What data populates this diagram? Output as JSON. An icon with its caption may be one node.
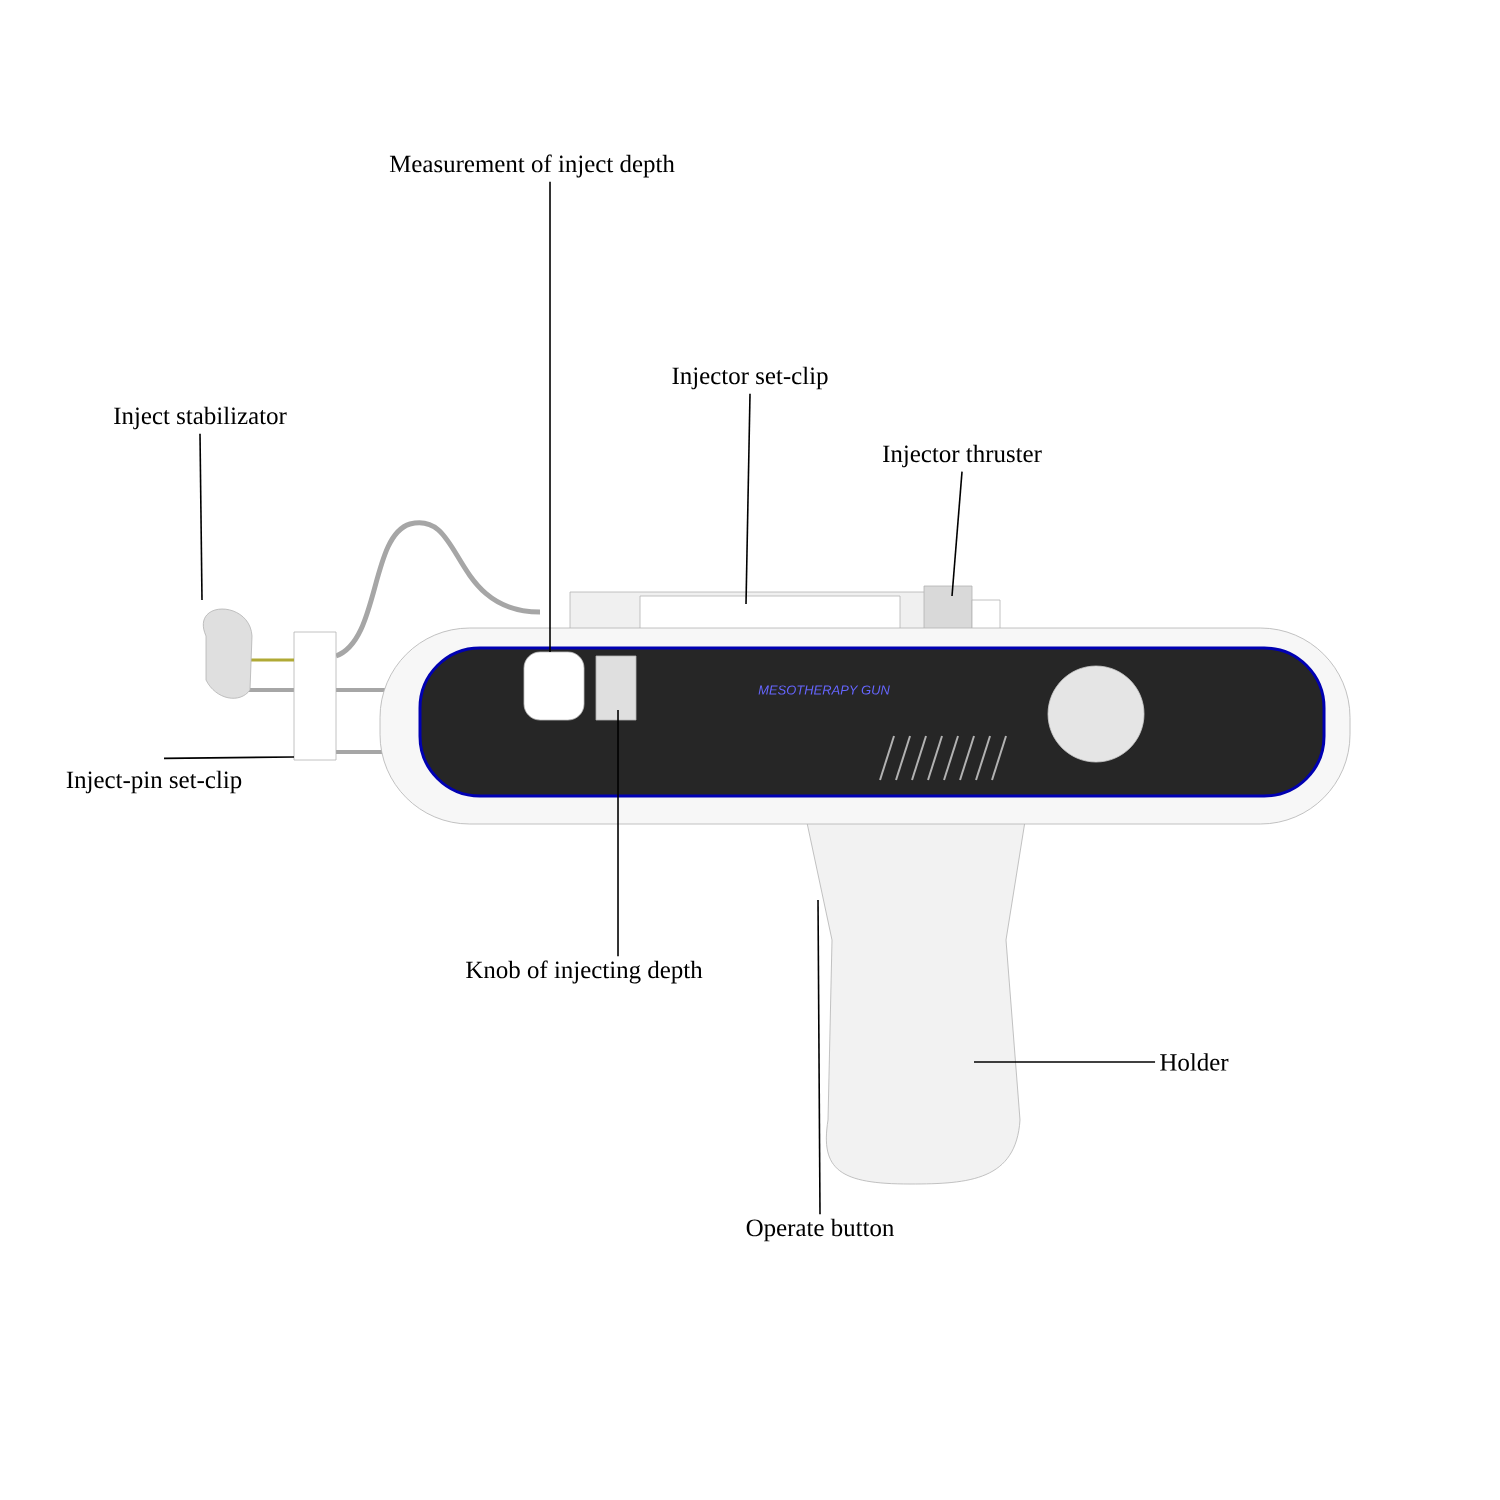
{
  "diagram": {
    "nodes": [
      {
        "text": [
          "Measurement of inject depth"
        ]
      },
      {
        "text": [
          "Injector set-clip"
        ]
      },
      {
        "text": [
          "Inject stabilizator"
        ]
      },
      {
        "text": [
          "Injector thruster"
        ]
      },
      {
        "text": [
          "Inject-pin set-clip"
        ]
      },
      {
        "text": [
          "Knob of injecting depth"
        ]
      },
      {
        "text": [
          "Holder"
        ]
      },
      {
        "text": [
          "Operate button"
        ]
      }
    ],
    "edges": [
      {
        "from": 0,
        "to": null,
        "arrow": "none"
      },
      {
        "from": 1,
        "to": null,
        "arrow": "none"
      },
      {
        "from": 2,
        "to": null,
        "arrow": "none"
      },
      {
        "from": 3,
        "to": null,
        "arrow": "none"
      },
      {
        "from": 4,
        "to": null,
        "arrow": "none"
      },
      {
        "from": 5,
        "to": null,
        "arrow": "none"
      },
      {
        "from": 6,
        "to": null,
        "arrow": "none"
      },
      {
        "from": 7,
        "to": null,
        "arrow": "none"
      }
    ],
    "labels": [
      "MESOTHERAPY GUN"
    ]
  }
}
